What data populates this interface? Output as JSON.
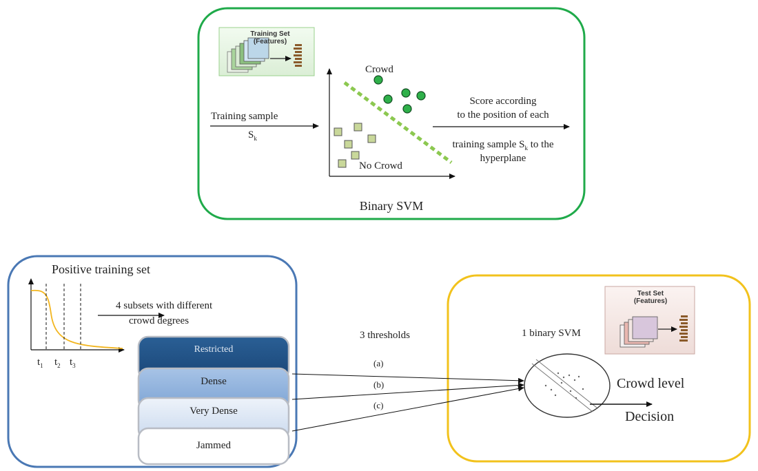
{
  "top_panel": {
    "thumb_title": "Training Set",
    "thumb_subtitle": "(Features)",
    "training_sample_label": "Training sample",
    "sample_symbol": "S",
    "sample_subscript": "k",
    "class_crowd": "Crowd",
    "class_no_crowd": "No Crowd",
    "score_line1": "Score according",
    "score_line2": "to the position of each",
    "score_line3_prefix": "training sample S",
    "score_line3_sub": "k",
    "score_line3_suffix": " to the",
    "score_line4": "hyperplane",
    "caption": "Binary SVM"
  },
  "left_panel": {
    "title": "Positive training set",
    "subsets_line1": "4 subsets with different",
    "subsets_line2": "crowd degrees",
    "ticks": [
      {
        "sym": "t",
        "sub": "1"
      },
      {
        "sym": "t",
        "sub": "2"
      },
      {
        "sym": "t",
        "sub": "3"
      }
    ],
    "levels": [
      "Restricted",
      "Dense",
      "Very Dense",
      "Jammed"
    ]
  },
  "connectors": {
    "thresholds_label": "3 thresholds",
    "arrow_labels": [
      "(a)",
      "(b)",
      "(c)"
    ]
  },
  "right_panel": {
    "thumb_title": "Test Set",
    "thumb_subtitle": "(Features)",
    "svm_label": "1 binary SVM",
    "crowd_level": "Crowd level",
    "decision": "Decision"
  },
  "colors": {
    "top_border": "#1faa4a",
    "left_border": "#4a78b4",
    "right_border": "#f2c21c",
    "dot_green": "#2fb04a",
    "square_fill": "#c9d89a",
    "hyperplane": "#8cc850",
    "curve": "#f2b51f",
    "restricted": "#1d4c7e",
    "dense": "#86abd8",
    "very_dense": "#d4e1f1",
    "jammed": "#ffffff"
  }
}
